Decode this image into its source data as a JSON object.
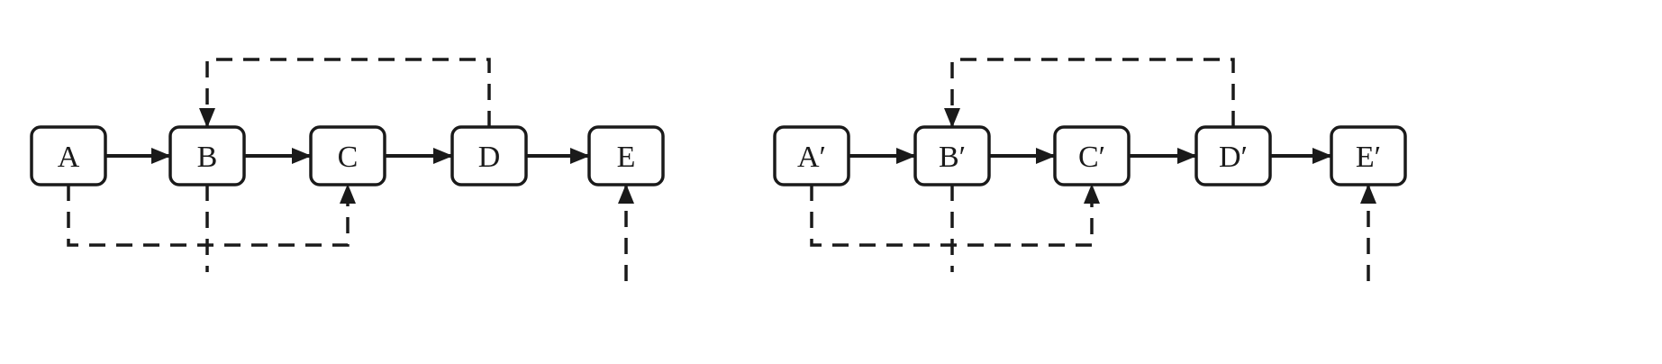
{
  "diagrams": [
    {
      "nodes": [
        {
          "id": "A",
          "label": "A"
        },
        {
          "id": "B",
          "label": "B"
        },
        {
          "id": "C",
          "label": "C"
        },
        {
          "id": "D",
          "label": "D"
        },
        {
          "id": "E",
          "label": "E"
        }
      ],
      "solid_edges": [
        [
          "A",
          "B"
        ],
        [
          "B",
          "C"
        ],
        [
          "C",
          "D"
        ],
        [
          "D",
          "E"
        ]
      ],
      "dashed_links": [
        {
          "from": "D",
          "to": "B",
          "route": "over-top",
          "arrow": "into-target"
        },
        {
          "from": "A",
          "to": "C",
          "route": "under-bottom",
          "arrow": "into-target"
        },
        {
          "from": "B",
          "to": null,
          "route": "down-off",
          "arrow": "none"
        },
        {
          "from": null,
          "to": "E",
          "route": "up-from-below",
          "arrow": "into-target"
        }
      ]
    },
    {
      "nodes": [
        {
          "id": "A'",
          "label": "A′"
        },
        {
          "id": "B'",
          "label": "B′"
        },
        {
          "id": "C'",
          "label": "C′"
        },
        {
          "id": "D'",
          "label": "D′"
        },
        {
          "id": "E'",
          "label": "E′"
        }
      ],
      "solid_edges": [
        [
          "A'",
          "B'"
        ],
        [
          "B'",
          "C'"
        ],
        [
          "C'",
          "D'"
        ],
        [
          "D'",
          "E'"
        ]
      ],
      "dashed_links": [
        {
          "from": "D'",
          "to": "B'",
          "route": "over-top",
          "arrow": "into-target"
        },
        {
          "from": "A'",
          "to": "C'",
          "route": "under-bottom",
          "arrow": "into-target"
        },
        {
          "from": "B'",
          "to": null,
          "route": "down-off",
          "arrow": "none"
        },
        {
          "from": null,
          "to": "E'",
          "route": "up-from-below",
          "arrow": "into-target"
        }
      ]
    }
  ]
}
